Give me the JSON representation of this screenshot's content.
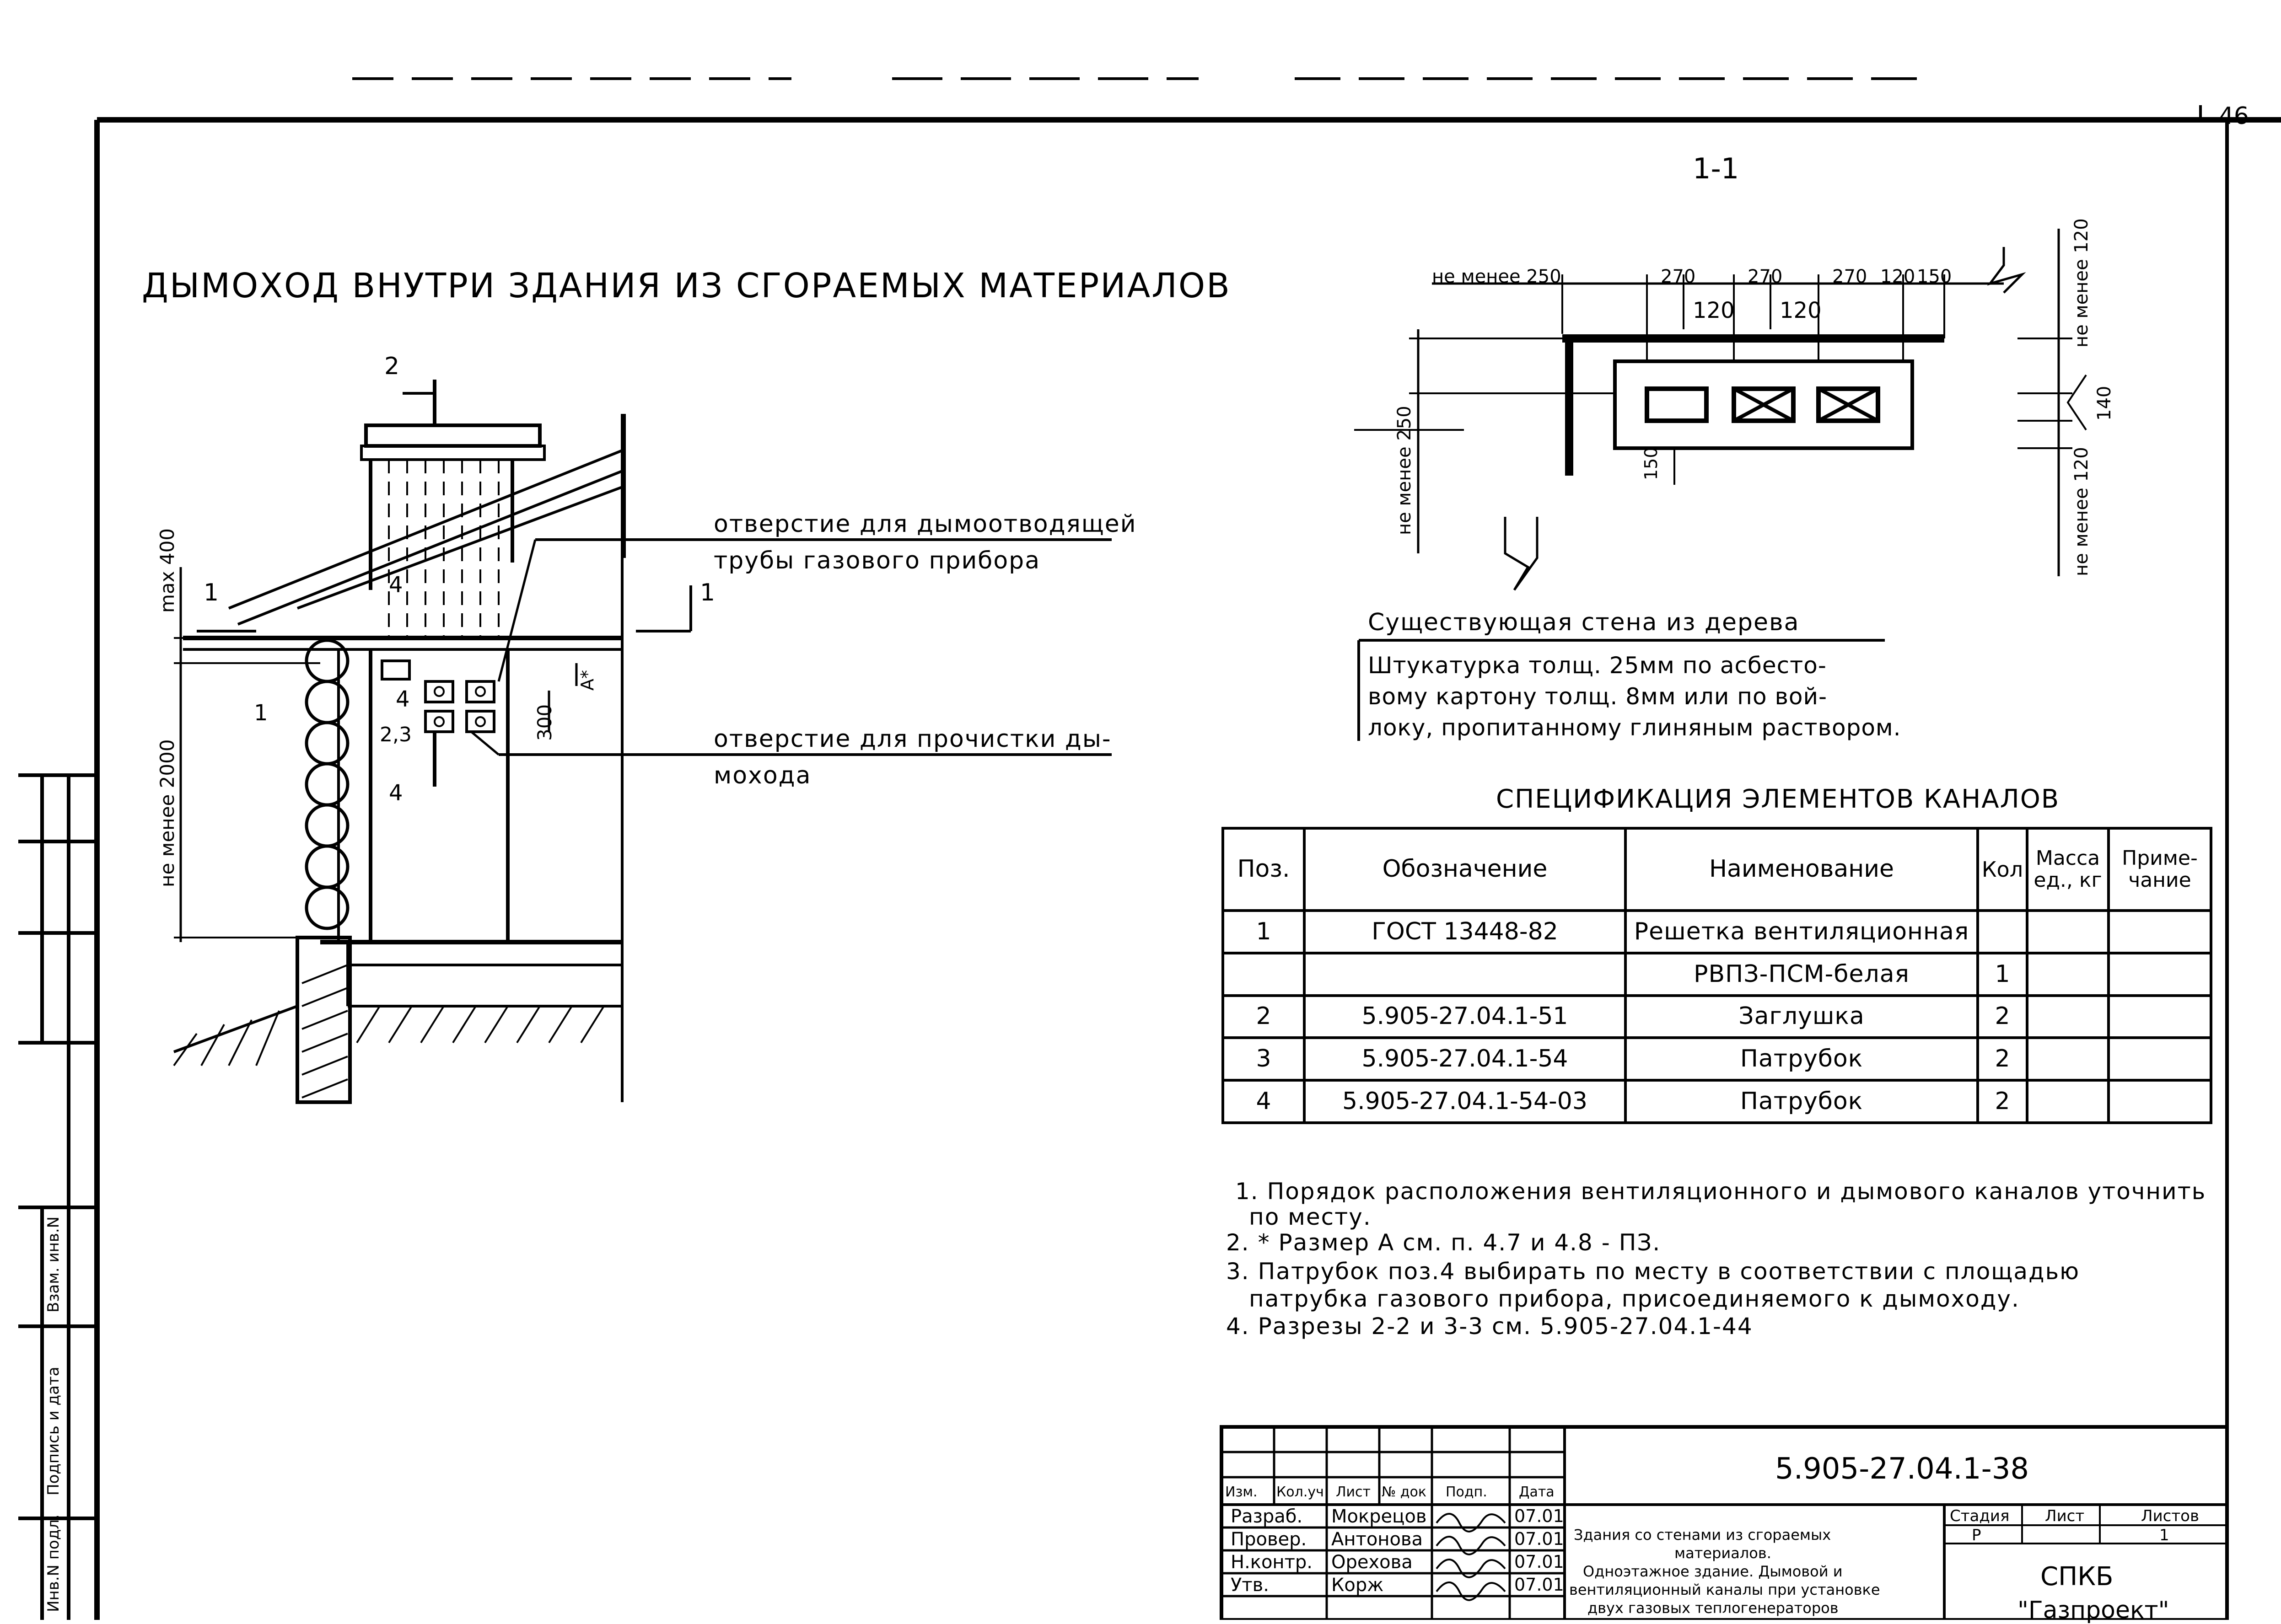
{
  "sheet": {
    "number": "46"
  },
  "title": "ДЫМОХОД ВНУТРИ ЗДАНИЯ ИЗ СГОРАЕМЫХ МАТЕРИАЛОВ",
  "section_title": "1-1",
  "elevation": {
    "labels": {
      "section_top": "2",
      "cut_left": "1",
      "cut_right": "1",
      "mark_4a": "4",
      "mark_4b": "4",
      "mark_4c": "4",
      "mark_1": "1",
      "mark_23": "2,3",
      "dim_max400": "max 400",
      "dim_min2000": "не менее 2000",
      "dim_300": "300",
      "dim_A": "A*"
    },
    "callout_top": [
      "отверстие для дымоотводящей",
      "трубы газового прибора"
    ],
    "callout_bottom": [
      "отверстие для прочистки ды-",
      "мохода"
    ]
  },
  "plan": {
    "dims_top": [
      "не менее 250",
      "270",
      "270",
      "270",
      "120",
      "150"
    ],
    "dims_top_inner": [
      "120",
      "120"
    ],
    "dim_left": "не менее 250",
    "dim_150": "150",
    "dims_right": [
      "не менее 120",
      "140",
      "не менее 120"
    ],
    "wall_label": "Существующая стена из дерева",
    "plaster_note": [
      "Штукатурка толщ. 25мм по асбесто-",
      "вому картону толщ. 8мм или по вой-",
      "локу, пропитанному глиняным раствором."
    ]
  },
  "spec": {
    "title": "СПЕЦИФИКАЦИЯ ЭЛЕМЕНТОВ КАНАЛОВ",
    "headers": [
      "Поз.",
      "Обозначение",
      "Наименование",
      "Кол",
      "Масса ед., кг",
      "Приме- чание"
    ],
    "rows": [
      {
        "pos": "1",
        "code": "ГОСТ 13448-82",
        "name": "Решетка вентиляционная",
        "qty": "",
        "mass": "",
        "note": ""
      },
      {
        "pos": "",
        "code": "",
        "name": "РВПЗ-ПСМ-белая",
        "qty": "1",
        "mass": "",
        "note": ""
      },
      {
        "pos": "2",
        "code": "5.905-27.04.1-51",
        "name": "Заглушка",
        "qty": "2",
        "mass": "",
        "note": ""
      },
      {
        "pos": "3",
        "code": "5.905-27.04.1-54",
        "name": "Патрубок",
        "qty": "2",
        "mass": "",
        "note": ""
      },
      {
        "pos": "4",
        "code": "5.905-27.04.1-54-03",
        "name": "Патрубок",
        "qty": "2",
        "mass": "",
        "note": ""
      }
    ]
  },
  "notes": [
    "1. Порядок расположения вентиляционного и дымового каналов уточнить",
    "по месту.",
    "2. * Размер А см. п. 4.7 и 4.8 - ПЗ.",
    "3. Патрубок поз.4 выбирать по месту в соответствии с площадью",
    "патрубка газового прибора, присоединяемого к дымоходу.",
    "4. Разрезы 2-2 и 3-3 см. 5.905-27.04.1-44"
  ],
  "stamp": {
    "doc_code": "5.905-27.04.1-38",
    "header_cols": [
      "Изм.",
      "Кол.уч",
      "Лист",
      "№ док",
      "Подп.",
      "Дата"
    ],
    "people": [
      {
        "role": "Разраб.",
        "name": "Мокрецов",
        "date": "07.01"
      },
      {
        "role": "Провер.",
        "name": "Антонова",
        "date": "07.01"
      },
      {
        "role": "Н.контр.",
        "name": "Орехова",
        "date": "07.01"
      },
      {
        "role": "Утв.",
        "name": "Корж",
        "date": "07.01"
      }
    ],
    "description": [
      "Здания со стенами из сгораемых",
      "материалов.",
      "Одноэтажное здание. Дымовой и",
      "вентиляционный каналы при установке",
      "двух газовых теплогенераторов"
    ],
    "stage_label": "Стадия",
    "sheet_label": "Лист",
    "sheets_label": "Листов",
    "stage": "Р",
    "sheets": "1",
    "org": [
      "СПКБ",
      "\"Газпроект\""
    ]
  },
  "side_stamp": [
    "Инв.N подл.",
    "Подпись и дата",
    "Взам. инв.N"
  ]
}
